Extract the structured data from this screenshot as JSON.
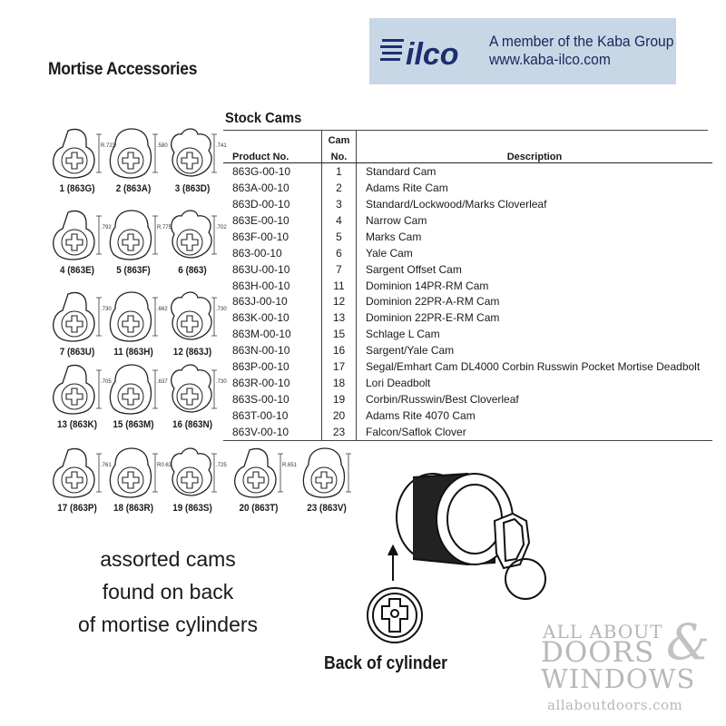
{
  "header": {
    "section_title": "Mortise Accessories",
    "brand_line1": "A member of the Kaba Group",
    "brand_line2": "www.kaba-ilco.com",
    "brand_logo": "ilco"
  },
  "table": {
    "title": "Stock Cams",
    "col_product": "Product No.",
    "col_cam_top": "Cam",
    "col_cam_bottom": "No.",
    "col_description": "Description",
    "rows": [
      {
        "product": "863G-00-10",
        "cam": "1",
        "desc": "Standard Cam"
      },
      {
        "product": "863A-00-10",
        "cam": "2",
        "desc": "Adams Rite Cam"
      },
      {
        "product": "863D-00-10",
        "cam": "3",
        "desc": "Standard/Lockwood/Marks Cloverleaf"
      },
      {
        "product": "863E-00-10",
        "cam": "4",
        "desc": "Narrow Cam"
      },
      {
        "product": "863F-00-10",
        "cam": "5",
        "desc": "Marks Cam"
      },
      {
        "product": "863-00-10",
        "cam": "6",
        "desc": "Yale Cam"
      },
      {
        "product": "863U-00-10",
        "cam": "7",
        "desc": "Sargent Offset Cam"
      },
      {
        "product": "863H-00-10",
        "cam": "11",
        "desc": "Dominion 14PR-RM Cam"
      },
      {
        "product": "863J-00-10",
        "cam": "12",
        "desc": "Dominion 22PR-A-RM Cam"
      },
      {
        "product": "863K-00-10",
        "cam": "13",
        "desc": "Dominion 22PR-E-RM Cam"
      },
      {
        "product": "863M-00-10",
        "cam": "15",
        "desc": "Schlage L Cam"
      },
      {
        "product": "863N-00-10",
        "cam": "16",
        "desc": "Sargent/Yale Cam"
      },
      {
        "product": "863P-00-10",
        "cam": "17",
        "desc": "Segal/Emhart Cam DL4000 Corbin Russwin Pocket Mortise Deadbolt"
      },
      {
        "product": "863R-00-10",
        "cam": "18",
        "desc": "Lori Deadbolt"
      },
      {
        "product": "863S-00-10",
        "cam": "19",
        "desc": "Corbin/Russwin/Best Cloverleaf"
      },
      {
        "product": "863T-00-10",
        "cam": "20",
        "desc": "Adams Rite 4070 Cam"
      },
      {
        "product": "863V-00-10",
        "cam": "23",
        "desc": "Falcon/Saflok Clover"
      }
    ]
  },
  "cams": [
    {
      "label": "1 (863G)",
      "dim": "R.723"
    },
    {
      "label": "2 (863A)",
      "dim": ".580"
    },
    {
      "label": "3 (863D)",
      "dim": ".741"
    },
    {
      "label": "4 (863E)",
      "dim": ".792"
    },
    {
      "label": "5 (863F)",
      "dim": "R.775"
    },
    {
      "label": "6 (863)",
      "dim": ".702"
    },
    {
      "label": "7 (863U)",
      "dim": ".730"
    },
    {
      "label": "11 (863H)",
      "dim": ".662"
    },
    {
      "label": "12 (863J)",
      "dim": ".730"
    },
    {
      "label": "13 (863K)",
      "dim": ".705"
    },
    {
      "label": "15 (863M)",
      "dim": ".637"
    },
    {
      "label": "16 (863N)",
      "dim": ".730"
    },
    {
      "label": "17 (863P)",
      "dim": ".761"
    },
    {
      "label": "18 (863R)",
      "dim": "R0.630"
    },
    {
      "label": "19 (863S)",
      "dim": ".725"
    },
    {
      "label": "20 (863T)",
      "dim": "R.651"
    },
    {
      "label": "23 (863V)",
      "dim": ""
    }
  ],
  "caption": {
    "line1": "assorted cams",
    "line2": "found on back",
    "line3": "of mortise cylinders"
  },
  "illustration": {
    "back_label": "Back of cylinder"
  },
  "watermark": {
    "line1": "ALL ABOUT",
    "amp": "&",
    "line2": "DOORS",
    "line3": "WINDOWS",
    "url": "allaboutdoors.com"
  },
  "colors": {
    "brand_box": "#c8d7e6",
    "brand_text": "#14295c",
    "watermark": "#b8b8b8"
  }
}
